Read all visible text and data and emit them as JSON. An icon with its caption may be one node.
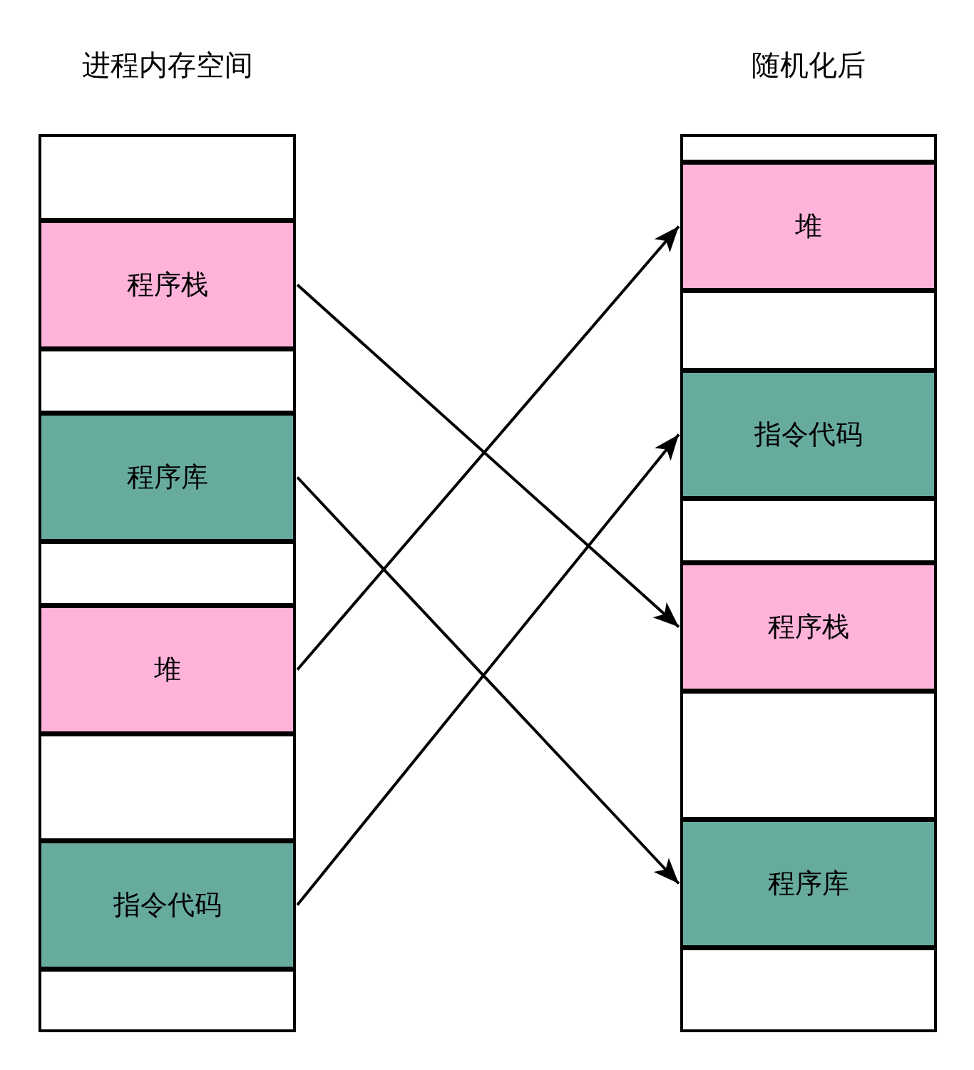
{
  "diagram": {
    "nodes": [
      {
        "text": [
          "进程内存空间"
        ]
      },
      {
        "text": [],
        "shape": "box",
        "in": 0
      },
      {
        "text": [
          "程序栈"
        ],
        "in": 0
      },
      {
        "text": [],
        "shape": "box",
        "in": 0
      },
      {
        "text": [
          "程序库"
        ],
        "in": 0
      },
      {
        "text": [],
        "shape": "box",
        "in": 0
      },
      {
        "text": [
          "堆"
        ],
        "in": 0
      },
      {
        "text": [],
        "shape": "box",
        "in": 0
      },
      {
        "text": [
          "指令代码"
        ],
        "in": 0
      },
      {
        "text": [],
        "shape": "box",
        "in": 0
      },
      {
        "text": [
          "随机化后"
        ]
      },
      {
        "text": [],
        "shape": "box",
        "in": 10
      },
      {
        "text": [
          "堆"
        ],
        "in": 10
      },
      {
        "text": [],
        "shape": "box",
        "in": 10
      },
      {
        "text": [
          "指令代码"
        ],
        "in": 10
      },
      {
        "text": [],
        "shape": "box",
        "in": 10
      },
      {
        "text": [
          "程序栈"
        ],
        "in": 10
      },
      {
        "text": [],
        "shape": "box",
        "in": 10
      },
      {
        "text": [
          "程序库"
        ],
        "in": 10
      },
      {
        "text": [],
        "shape": "box",
        "in": 10
      }
    ],
    "edges": [
      {
        "from": 2,
        "to": 16,
        "arrow": "to"
      },
      {
        "from": 4,
        "to": 18,
        "arrow": "to"
      },
      {
        "from": 6,
        "to": 12,
        "arrow": "to"
      },
      {
        "from": 8,
        "to": 14,
        "arrow": "to"
      }
    ]
  }
}
